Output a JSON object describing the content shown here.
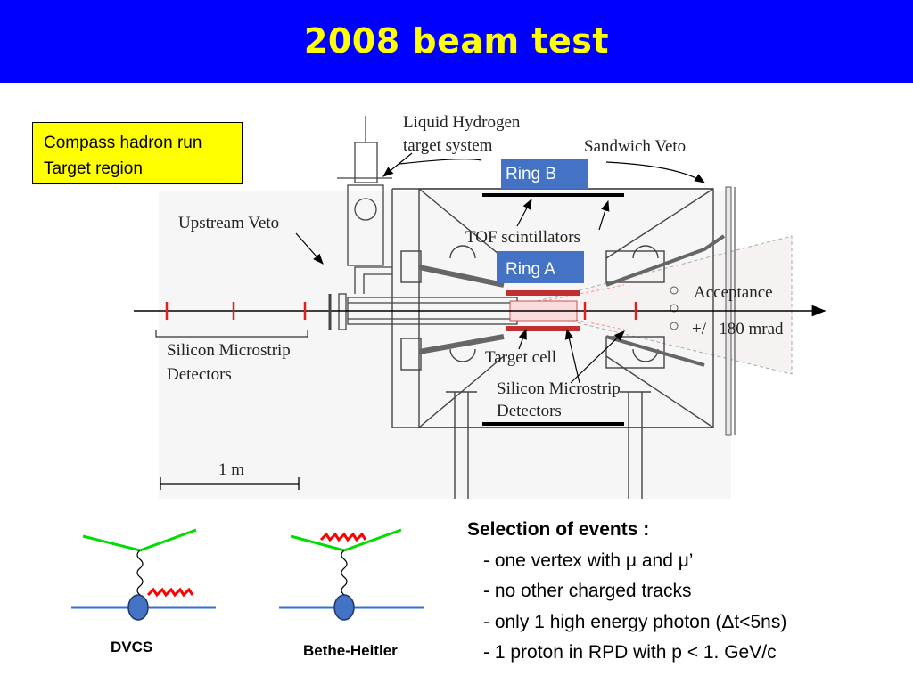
{
  "title": "2008 beam test",
  "note": {
    "line1": "Compass hadron run",
    "line2": "Target region"
  },
  "diagram": {
    "label_lh2_1": "Liquid Hydrogen",
    "label_lh2_2": "target system",
    "label_sandwich": "Sandwich Veto",
    "label_ringb": "Ring B",
    "label_upveto": "Upstream Veto",
    "label_tof": "TOF scintillators",
    "label_ringa": "Ring A",
    "label_acceptance": "Acceptance",
    "label_mrad": "+/– 180 mrad",
    "label_si_left_1": "Silicon Microstrip",
    "label_si_left_2": "Detectors",
    "label_target": "Target cell",
    "label_si_right_1": "Silicon Microstrip",
    "label_si_right_2": "Detectors",
    "label_scale": "1 m"
  },
  "colors": {
    "titlebar": "#0000ff",
    "title": "#ffff00",
    "note_bg": "#ffff00",
    "ring": "#4472c4",
    "lepton": "#00dd00",
    "proton": "#3a6fd8",
    "photon": "#ff0000",
    "marker": "#e02020"
  },
  "feynman": {
    "dvcs_label": "DVCS",
    "bh_label": "Bethe-Heitler"
  },
  "selection": {
    "header": "Selection  of events :",
    "items": [
      "- one vertex with μ and μ’",
      "- no other charged tracks",
      "- only 1 high energy photon (Δt<5ns)",
      "- 1 proton in RPD with p < 1. GeV/c"
    ]
  }
}
